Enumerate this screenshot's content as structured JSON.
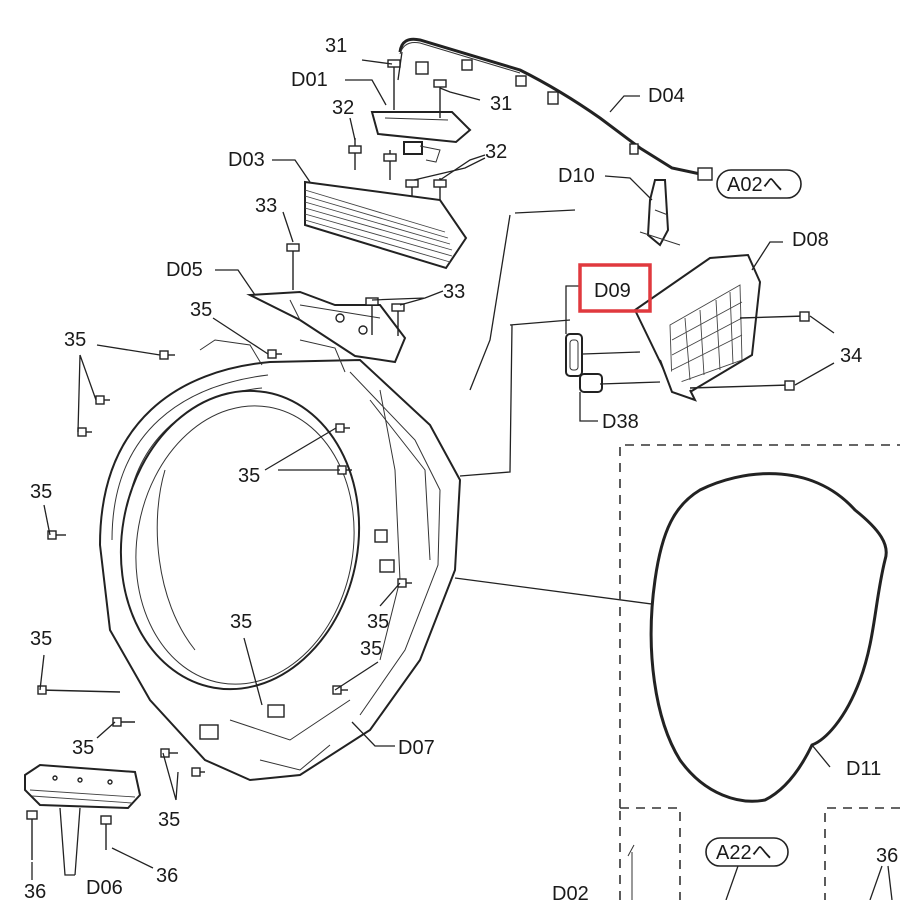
{
  "labels": {
    "p31a": "31",
    "p31b": "31",
    "d01": "D01",
    "d04": "D04",
    "p32a": "32",
    "p32b": "32",
    "d03": "D03",
    "d10": "D10",
    "a02": "A02へ",
    "p33a": "33",
    "d08": "D08",
    "d05": "D05",
    "p33b": "33",
    "d09": "D09",
    "p35a": "35",
    "p35b": "35",
    "p34": "34",
    "d38": "D38",
    "p35c": "35",
    "p35d": "35",
    "p35e": "35",
    "p35f": "35",
    "p35g": "35",
    "p35h": "35",
    "p35i": "35",
    "d07": "D07",
    "d11": "D11",
    "p35j": "35",
    "p36a": "36",
    "d06": "D06",
    "p36b": "36",
    "a22": "A22へ",
    "d02": "D02",
    "p36c": "36"
  },
  "highlight": {
    "target": "D09",
    "color": "#e0393e"
  }
}
